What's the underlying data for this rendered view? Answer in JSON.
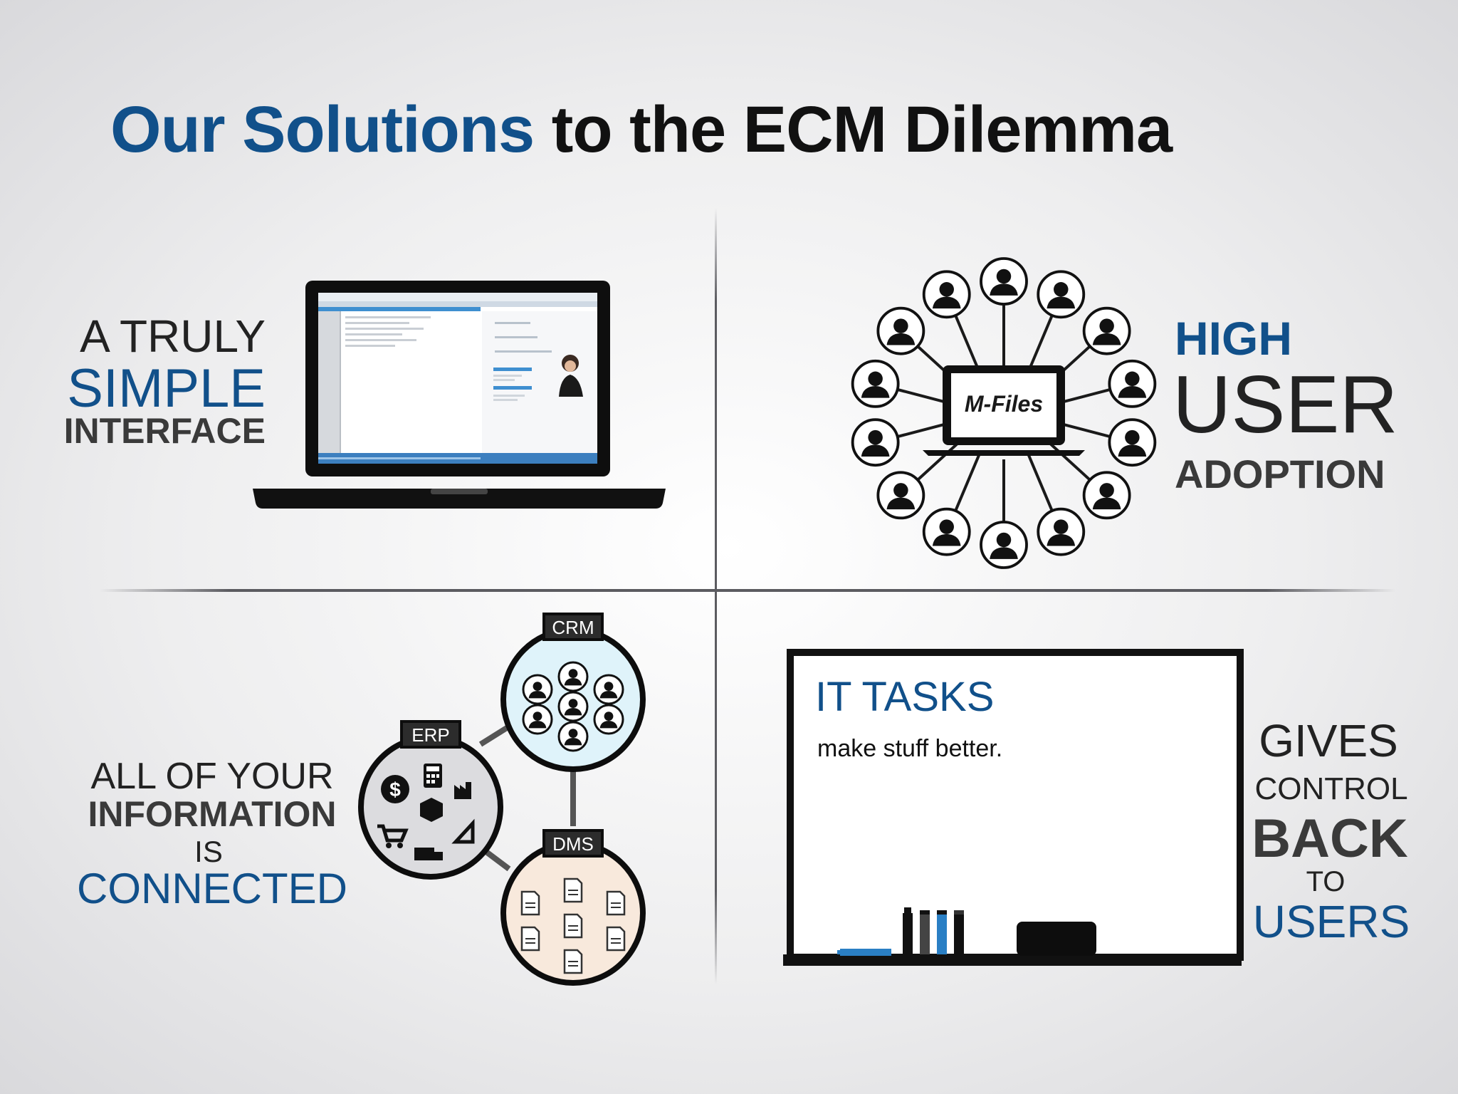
{
  "title": {
    "part1": "Our Solutions",
    "part2": "to the ECM Dilemma"
  },
  "quadrant_tl": {
    "line1": "A TRULY",
    "line2": "SIMPLE",
    "line3": "INTERFACE"
  },
  "quadrant_tr": {
    "line1": "HIGH",
    "line2": "USER",
    "line3": "ADOPTION",
    "logo_text": "M-Files"
  },
  "quadrant_bl": {
    "line1": "ALL OF YOUR",
    "line2": "INFORMATION",
    "line3": "IS",
    "line4": "CONNECTED",
    "tag_crm": "CRM",
    "tag_erp": "ERP",
    "tag_dms": "DMS"
  },
  "quadrant_br": {
    "board_heading": "IT TASKS",
    "board_text": "make stuff better.",
    "line1": "GIVES",
    "line2": "CONTROL",
    "line3": "BACK",
    "line4": "TO",
    "line5": "USERS"
  },
  "colors": {
    "accent_blue": "#11508a",
    "crm_fill": "#dff3fa",
    "dms_fill": "#f8e9dc",
    "erp_fill": "#dcdcdf",
    "marker_blue": "#2a7fc4"
  }
}
